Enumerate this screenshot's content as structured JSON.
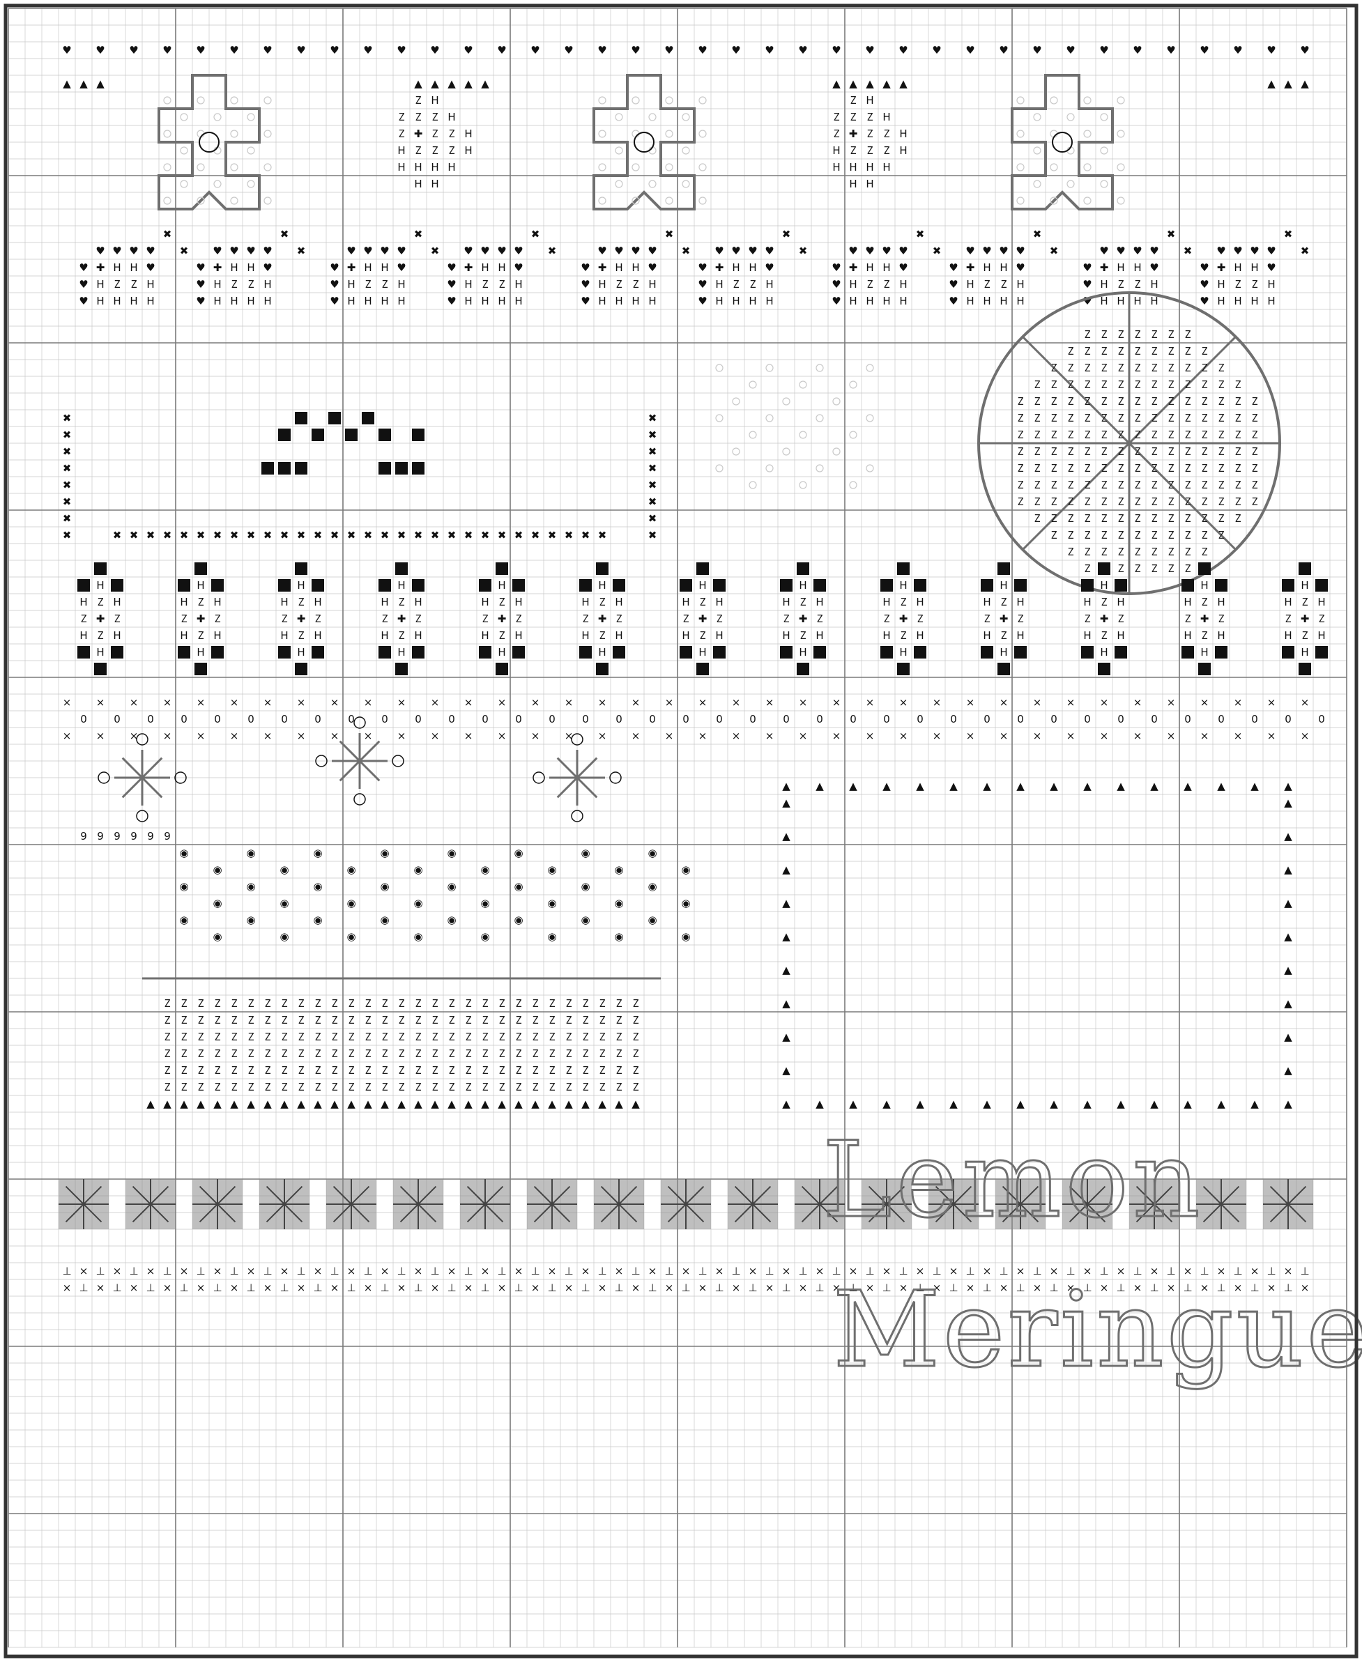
{
  "pattern": {
    "title_line1": "Lemon",
    "title_line2": "Meringue"
  },
  "colors": {
    "paper": "#ffffff",
    "grid_fine": "#c8c8c8",
    "grid_major": "#7a7a7a",
    "border": "#333333",
    "symbol": "#111111",
    "outline": "#6f6f6f",
    "light_symbol": "#c9c9c9"
  },
  "symbols": {
    "heart": "♥",
    "triangle": "▲",
    "cross": "✖",
    "plus": "✚",
    "square": "■",
    "z": "Z",
    "h": "H",
    "tee": "⊥",
    "small_x": "×",
    "nine": "9",
    "circle_dot": "◉",
    "zero": "0"
  }
}
